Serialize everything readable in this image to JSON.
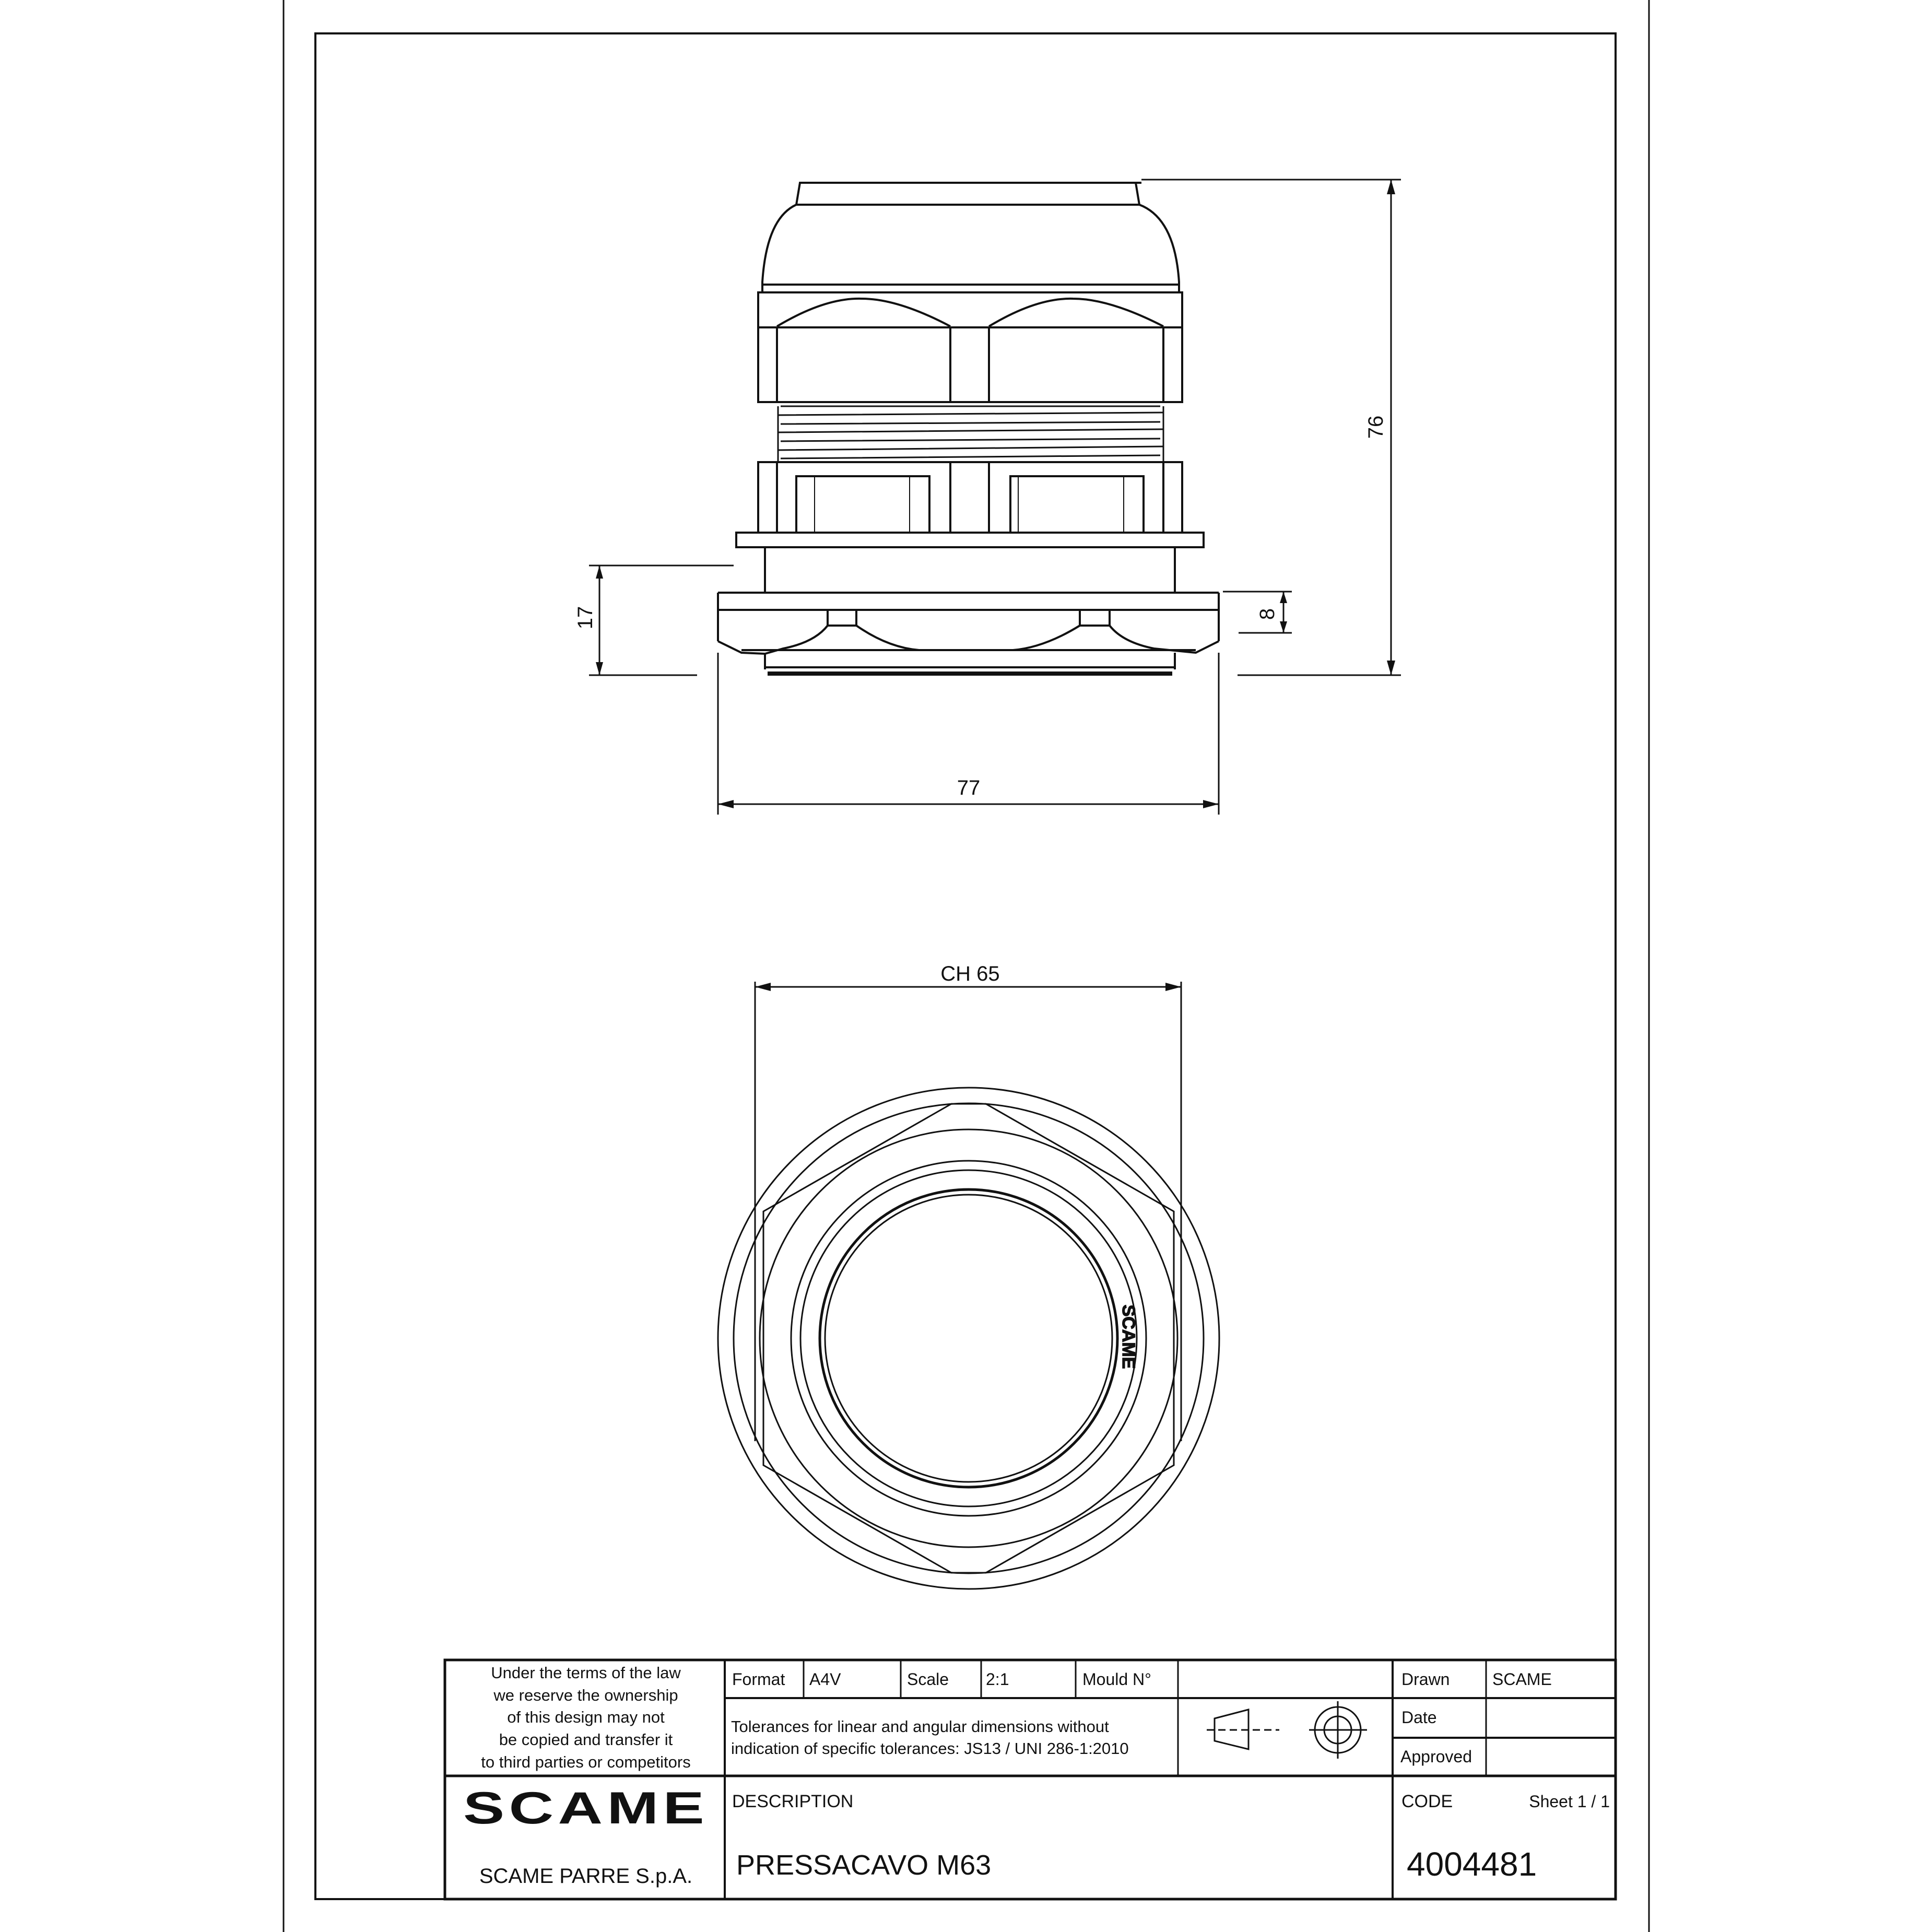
{
  "drawing": {
    "side_view": {
      "dimensions": {
        "overall_height": "76",
        "thread_height": "17",
        "locknut_height": "8",
        "locknut_width": "77"
      }
    },
    "bottom_view": {
      "dimensions": {
        "wrench_size": "CH 65"
      },
      "engraving": "SCAME"
    }
  },
  "title_block": {
    "copyright_lines": [
      "Under the terms of the law",
      "we reserve the ownership",
      "of this design may not",
      "be copied and transfer it",
      "to third parties or competitors"
    ],
    "format_label": "Format",
    "format_value": "A4V",
    "scale_label": "Scale",
    "scale_value": "2:1",
    "mould_label": "Mould N°",
    "mould_value": "",
    "tolerances_line1": "Tolerances for linear and angular dimensions without",
    "tolerances_line2": "indication of specific tolerances: JS13 / UNI 286-1:2010",
    "projection_symbol": "first-angle-projection-icon",
    "drawn_label": "Drawn",
    "drawn_value": "SCAME",
    "date_label": "Date",
    "date_value": "",
    "approved_label": "Approved",
    "approved_value": "",
    "logo_text": "SCAME",
    "company_name": "SCAME PARRE S.p.A.",
    "description_label": "DESCRIPTION",
    "description_value": "PRESSACAVO M63",
    "code_label": "CODE",
    "sheet_label": "Sheet 1 / 1",
    "code_value": "4004481"
  }
}
